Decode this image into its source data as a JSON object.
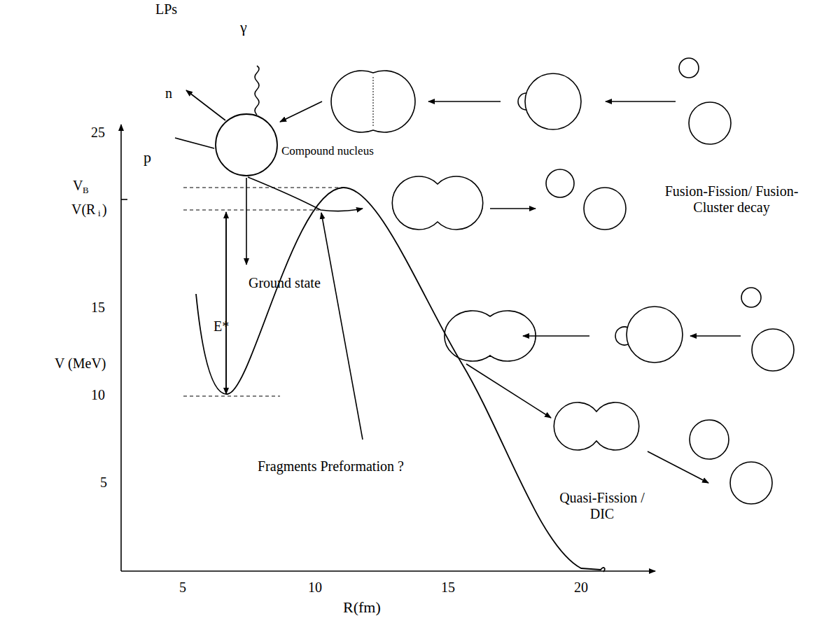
{
  "diagram": {
    "nodes": [
      {
        "text": [
          "Compound nucleus"
        ]
      }
    ],
    "labels": [
      "LPs",
      "γ",
      "n",
      "p",
      "25",
      "V",
      "B",
      "V(R",
      "i",
      ")",
      "15",
      "E*",
      "10",
      "5",
      "V (MeV)",
      "Ground state",
      "Fragments Preformation ?",
      "Fusion-Fission/ Fusion-Cluster decay",
      "Quasi-Fission / DIC",
      "5",
      "10",
      "15",
      "20",
      "R(fm)"
    ]
  }
}
